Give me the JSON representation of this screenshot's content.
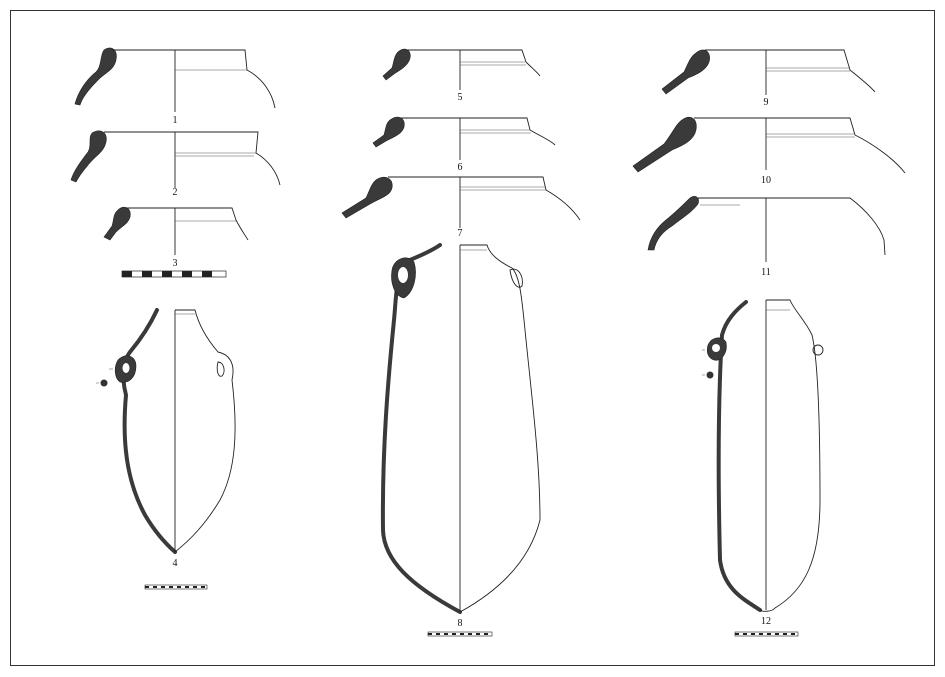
{
  "plate": {
    "figures": [
      {
        "label": "1"
      },
      {
        "label": "2"
      },
      {
        "label": "3"
      },
      {
        "label": "4"
      },
      {
        "label": "5"
      },
      {
        "label": "6"
      },
      {
        "label": "7"
      },
      {
        "label": "8"
      },
      {
        "label": "9"
      },
      {
        "label": "10"
      },
      {
        "label": "11"
      },
      {
        "label": "12"
      }
    ]
  }
}
